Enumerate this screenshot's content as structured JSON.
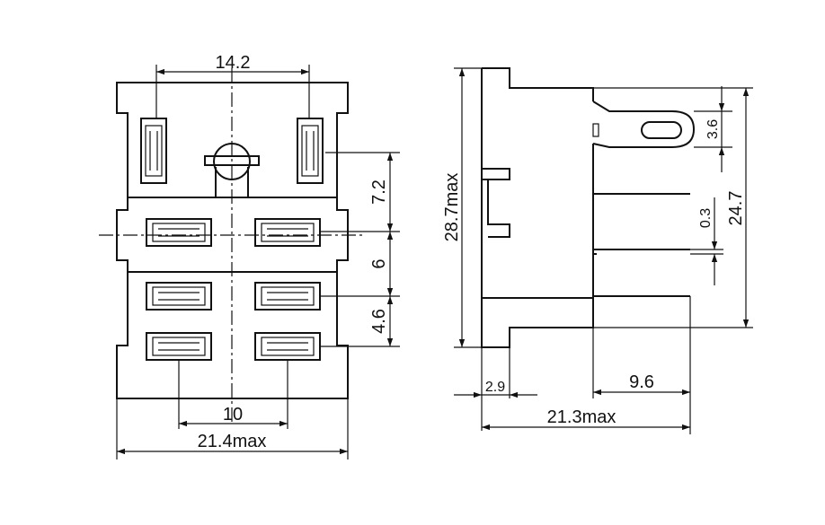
{
  "drawing": {
    "front_view": {
      "dim_top": "14.2",
      "dim_pin_spacing": "10",
      "dim_width": "21.4max",
      "dim_upper": "7.2",
      "dim_middle": "6",
      "dim_lower": "4.6"
    },
    "side_view": {
      "dim_height": "28.7max",
      "dim_tab_height": "3.6",
      "dim_pin_thickness": "0.3",
      "dim_overall": "24.7",
      "dim_flange": "2.9",
      "dim_pin_length": "9.6",
      "dim_depth": "21.3max"
    }
  }
}
